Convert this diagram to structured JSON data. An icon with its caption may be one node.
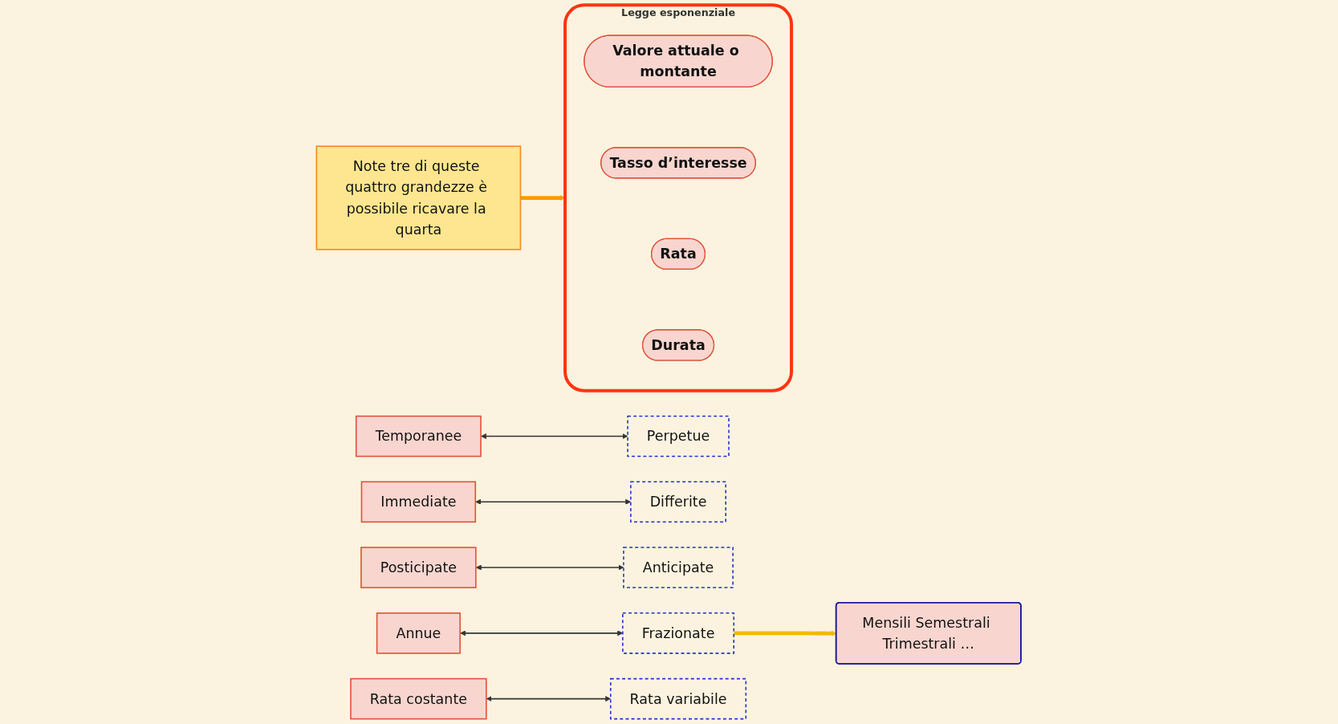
{
  "diagram": {
    "nodes": [
      {
        "text": [
          "Temporanee"
        ]
      },
      {
        "text": [
          "Perpetue"
        ]
      },
      {
        "text": [
          "Immediate"
        ]
      },
      {
        "text": [
          "Differite"
        ]
      },
      {
        "text": [
          "Posticipate"
        ]
      },
      {
        "text": [
          "Anticipate"
        ]
      },
      {
        "text": [
          "Annue"
        ]
      },
      {
        "text": [
          "Frazionate"
        ]
      },
      {
        "text": [
          "Rata costante"
        ]
      },
      {
        "text": [
          "Rata variabile"
        ]
      },
      {
        "text": [
          "Mensili Semestrali Trimestrali …"
        ]
      },
      {
        "text": [
          "Legge esponenziale"
        ]
      },
      {
        "text": [
          "Valore attuale o montante"
        ],
        "in": 11
      },
      {
        "text": [
          "Tasso d’interesse"
        ],
        "in": 11
      },
      {
        "text": [
          "Rata"
        ],
        "in": 11
      },
      {
        "text": [
          "Durata"
        ],
        "in": 11
      },
      {
        "text": [
          "Note tre di queste quattro grandezze è possibile ricavare la quarta"
        ]
      }
    ],
    "edges": [
      {
        "from": 0,
        "to": 1,
        "arrow": "both"
      },
      {
        "from": 2,
        "to": 3,
        "arrow": "both"
      },
      {
        "from": 4,
        "to": 5,
        "arrow": "both"
      },
      {
        "from": 6,
        "to": 7,
        "arrow": "both"
      },
      {
        "from": 8,
        "to": 9,
        "arrow": "both"
      },
      {
        "from": 7,
        "to": 10,
        "arrow": "to",
        "style": "thick",
        "color": "#f5b800"
      },
      {
        "from": 16,
        "to": 11,
        "arrow": "to",
        "style": "thick",
        "color": "#ff9900"
      }
    ]
  }
}
